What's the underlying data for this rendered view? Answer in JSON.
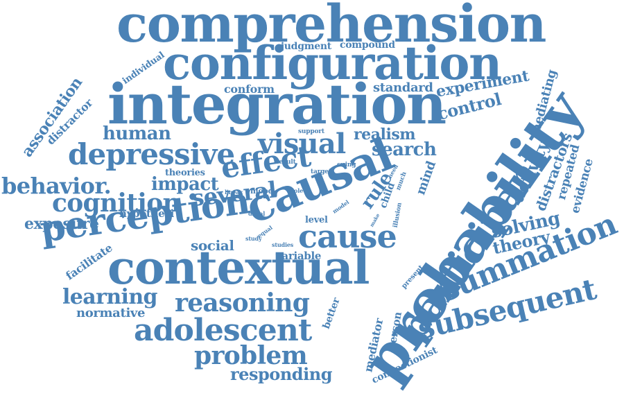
{
  "color": "#4a82b6",
  "words": {
    "comprehension": "comprehension",
    "configuration": "configuration",
    "integration": "integration",
    "probability": "probability",
    "contextual": "contextual",
    "causal": "causal",
    "perception": "perception",
    "participant": "participant",
    "depressive": "depressive",
    "summation": "summation",
    "subsequent": "subsequent",
    "adolescent": "adolescent",
    "reasoning": "reasoning",
    "cognition": "cognition",
    "behavior": "behavior.",
    "effect": "effect",
    "visual": "visual",
    "cause": "cause",
    "problem": "problem",
    "learning": "learning",
    "several": "several",
    "human": "human",
    "impact": "impact",
    "search": "search",
    "solving": "solving",
    "theory": "theory",
    "exposure": "exposure",
    "responding": "responding",
    "association": "association",
    "experiment": "experiment",
    "control": "control",
    "realism": "realism",
    "social": "social",
    "rule": "rule",
    "activity": "activity",
    "distractors": "distractors",
    "mediating": "mediating",
    "repeated": "repeated",
    "evidence": "evidence",
    "normative": "normative",
    "facilitate": "facilitate",
    "hypothesi": "hypothesi",
    "standard": "standard",
    "conform": "conform",
    "judgment": "judgment",
    "compound": "compound",
    "individual": "individual",
    "distractor": "distractor",
    "theories": "theories",
    "mind": "mind",
    "child": "child",
    "level": "level",
    "variable": "variable",
    "better": "better",
    "mediator": "mediator",
    "person": "person",
    "connectionist": "connectionist",
    "present": "present",
    "illusion": "illusion",
    "mood": "mood",
    "support": "support",
    "result": "result",
    "target": "target",
    "cuing": "cuing",
    "linear": "linear",
    "role": "role",
    "distal": "distal",
    "study": "study",
    "equal": "equal",
    "studies": "studies",
    "model": "model",
    "much": "much",
    "heed": "heed",
    "make": "make"
  }
}
